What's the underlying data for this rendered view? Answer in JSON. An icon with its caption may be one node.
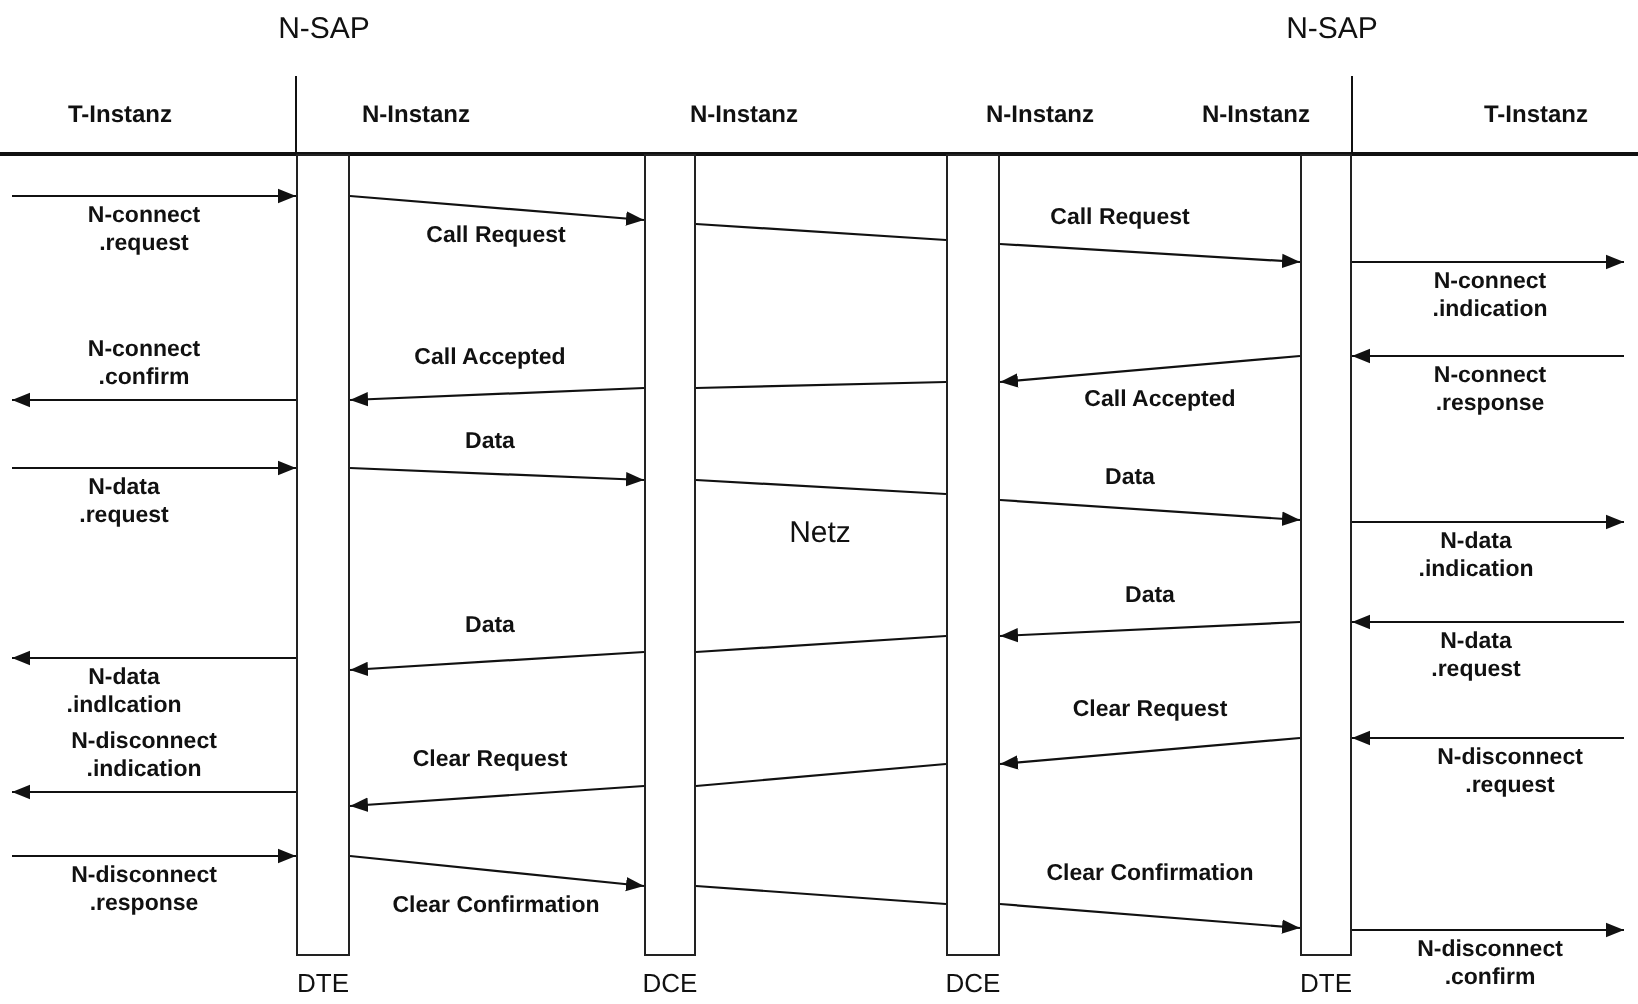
{
  "diagram": {
    "nodes": [
      {
        "text": [
          "DTE"
        ]
      },
      {
        "text": [
          "DCE"
        ]
      },
      {
        "text": [
          "DCE"
        ]
      },
      {
        "text": [
          "DTE"
        ]
      }
    ],
    "edges": [
      {
        "from": null,
        "to": 0,
        "arrow": "to",
        "label": "N-connect .request"
      },
      {
        "from": 0,
        "to": 1,
        "arrow": "to",
        "label": "Call Request"
      },
      {
        "from": 1,
        "to": 2,
        "arrow": "none"
      },
      {
        "from": 2,
        "to": 3,
        "arrow": "to",
        "label": "Call Request"
      },
      {
        "from": 3,
        "to": null,
        "arrow": "to",
        "label": "N-connect .indication"
      },
      {
        "from": null,
        "to": 3,
        "arrow": "to",
        "label": "N-connect .response"
      },
      {
        "from": 3,
        "to": 2,
        "arrow": "to",
        "label": "Call Accepted"
      },
      {
        "from": 2,
        "to": 1,
        "arrow": "none"
      },
      {
        "from": 1,
        "to": 0,
        "arrow": "to",
        "label": "Call Accepted"
      },
      {
        "from": 0,
        "to": null,
        "arrow": "to",
        "label": "N-connect .confirm"
      },
      {
        "from": null,
        "to": 0,
        "arrow": "to",
        "label": "N-data .request"
      },
      {
        "from": 0,
        "to": 1,
        "arrow": "to",
        "label": "Data"
      },
      {
        "from": 1,
        "to": 2,
        "arrow": "none"
      },
      {
        "from": 2,
        "to": 3,
        "arrow": "to",
        "label": "Data"
      },
      {
        "from": 3,
        "to": null,
        "arrow": "to",
        "label": "N-data .indication"
      },
      {
        "from": null,
        "to": 3,
        "arrow": "to",
        "label": "N-data .request"
      },
      {
        "from": 3,
        "to": 2,
        "arrow": "to",
        "label": "Data"
      },
      {
        "from": 2,
        "to": 1,
        "arrow": "none"
      },
      {
        "from": 1,
        "to": 0,
        "arrow": "to",
        "label": "Data"
      },
      {
        "from": 0,
        "to": null,
        "arrow": "to",
        "label": "N-data .indlcation"
      },
      {
        "from": null,
        "to": 3,
        "arrow": "to",
        "label": "N-disconnect .request"
      },
      {
        "from": 3,
        "to": 2,
        "arrow": "to",
        "label": "Clear Request"
      },
      {
        "from": 2,
        "to": 1,
        "arrow": "none"
      },
      {
        "from": 1,
        "to": 0,
        "arrow": "to",
        "label": "Clear Request"
      },
      {
        "from": 0,
        "to": null,
        "arrow": "to",
        "label": "N-disconnect .indication"
      },
      {
        "from": null,
        "to": 0,
        "arrow": "to",
        "label": "N-disconnect .response"
      },
      {
        "from": 0,
        "to": 1,
        "arrow": "to",
        "label": "Clear Confirmation"
      },
      {
        "from": 1,
        "to": 2,
        "arrow": "none"
      },
      {
        "from": 2,
        "to": 3,
        "arrow": "to",
        "label": "Clear Confirmation"
      },
      {
        "from": 3,
        "to": null,
        "arrow": "to",
        "label": "N-disconnect .confirm"
      }
    ],
    "labels": [
      "N-SAP",
      "N-SAP",
      "T-Instanz",
      "N-Instanz",
      "N-Instanz",
      "N-Instanz",
      "N-Instanz",
      "T-Instanz",
      "Netz"
    ]
  }
}
